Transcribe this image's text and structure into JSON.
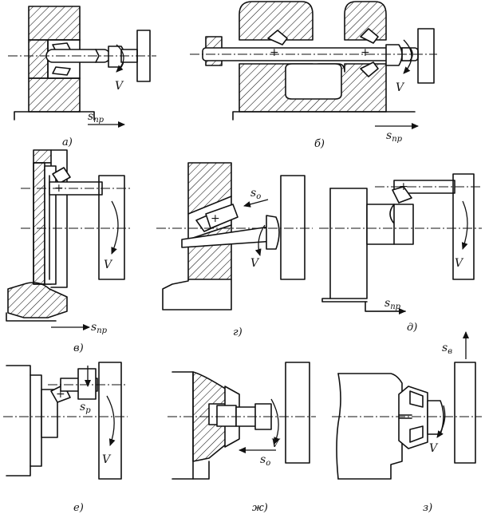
{
  "panels": [
    {
      "id": "a",
      "letter": "а)",
      "feed_label": "s",
      "feed_sub": "пр",
      "speed_label": "V"
    },
    {
      "id": "b",
      "letter": "б)",
      "feed_label": "s",
      "feed_sub": "пр",
      "speed_label": "V"
    },
    {
      "id": "v",
      "letter": "в)",
      "feed_label": "s",
      "feed_sub": "пр",
      "speed_label": "V"
    },
    {
      "id": "g",
      "letter": "г)",
      "feed_label": "s",
      "feed_sub": "о",
      "speed_label": "V"
    },
    {
      "id": "d",
      "letter": "д)",
      "feed_label": "s",
      "feed_sub": "пр",
      "speed_label": "V"
    },
    {
      "id": "e",
      "letter": "е)",
      "feed_label": "s",
      "feed_sub": "р",
      "speed_label": "V"
    },
    {
      "id": "zh",
      "letter": "ж)",
      "feed_label": "s",
      "feed_sub": "о",
      "speed_label": "V"
    },
    {
      "id": "z",
      "letter": "з)",
      "feed_label": "s",
      "feed_sub": "в",
      "speed_label": "V"
    }
  ],
  "colors": {
    "ink": "#111111",
    "paper": "#ffffff"
  }
}
